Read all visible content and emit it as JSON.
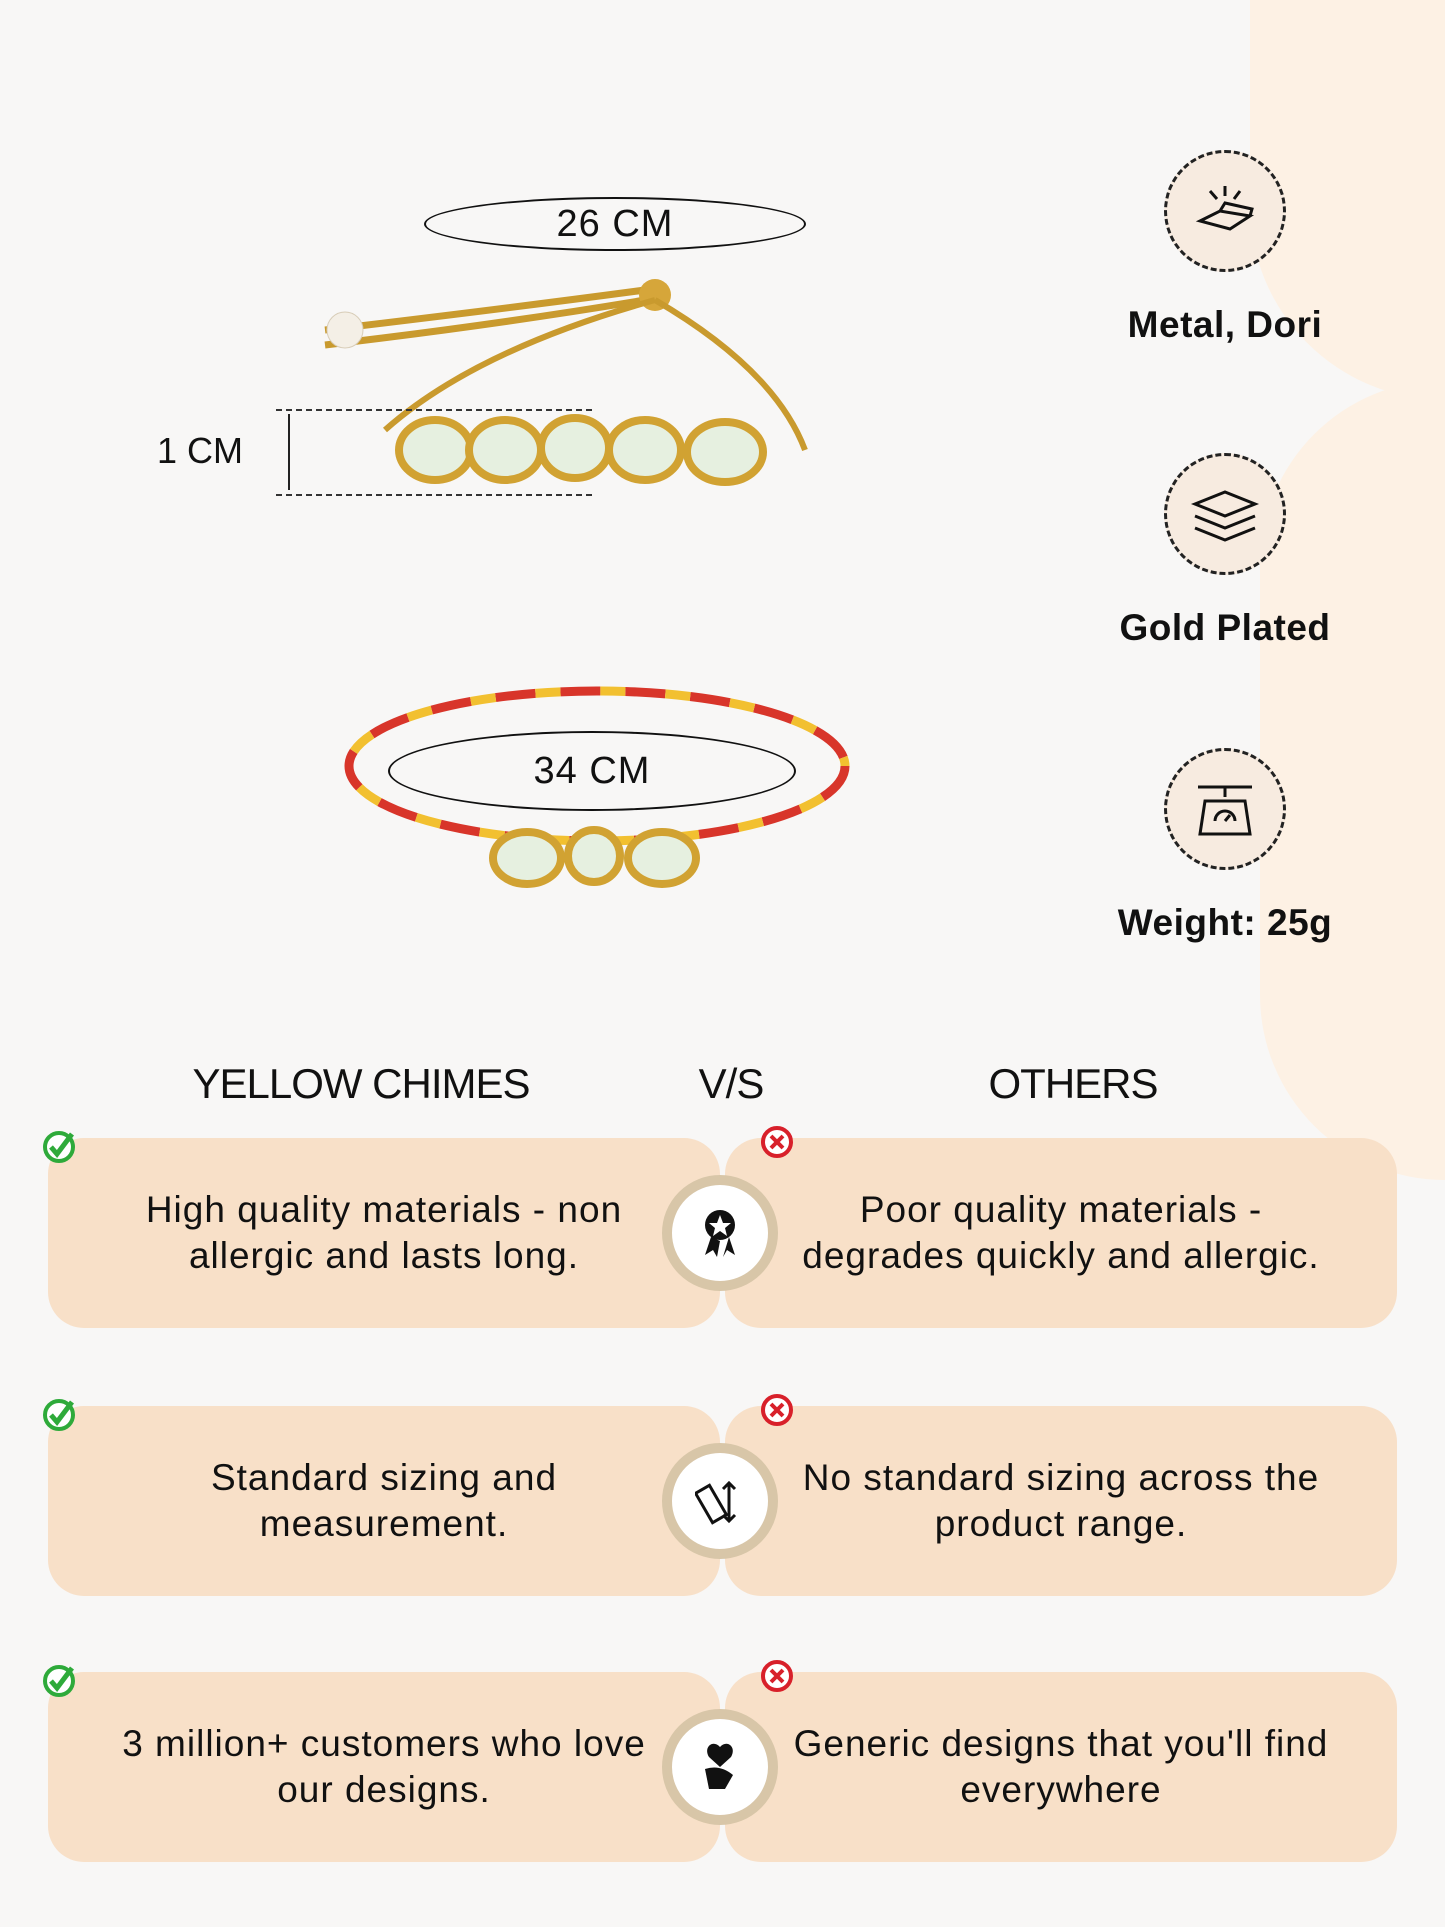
{
  "dimensions": {
    "top_length": "26 CM",
    "height": "1 CM",
    "bottom_length": "34 CM"
  },
  "features": [
    {
      "icon": "gold-bars-icon",
      "label": "Metal, Dori"
    },
    {
      "icon": "layers-icon",
      "label": "Gold Plated"
    },
    {
      "icon": "scale-icon",
      "label": "Weight: 25g"
    }
  ],
  "comparison": {
    "left_title": "YELLOW CHIMES",
    "vs": "V/S",
    "right_title": "OTHERS",
    "rows": [
      {
        "good": "High quality materials - non allergic and lasts long.",
        "icon": "award-ribbon-icon",
        "bad": "Poor quality materials - degrades quickly and allergic."
      },
      {
        "good": "Standard sizing and measurement.",
        "icon": "ruler-icon",
        "bad": "No standard sizing across the product range."
      },
      {
        "good": "3 million+ customers who love our designs.",
        "icon": "heart-hand-icon",
        "bad": "Generic designs that you'll find everywhere"
      }
    ]
  },
  "colors": {
    "card": "#f8e0c8",
    "ring": "#d8c6a8",
    "check": "#2eaa3a",
    "cross": "#d8202a"
  }
}
